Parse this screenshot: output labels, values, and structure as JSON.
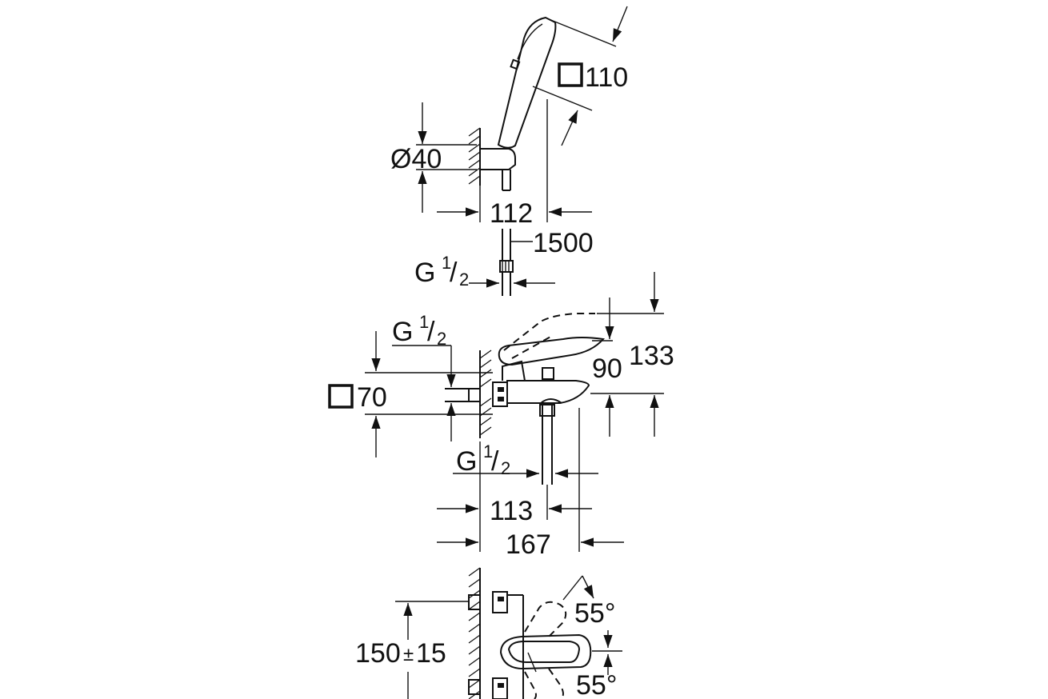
{
  "handshower": {
    "square_size": "110",
    "diameter": "Ø40",
    "projection": "112",
    "hose_length": "1500",
    "thread_g": "G",
    "thread_num": "1",
    "thread_slash": "/",
    "thread_den": "2"
  },
  "mixer": {
    "thread_g": "G",
    "thread_num": "1",
    "thread_slash": "/",
    "thread_den": "2",
    "square_size": "70",
    "height_a": "90",
    "height_b": "133",
    "outlet_thread_g": "G",
    "outlet_thread_num": "1",
    "outlet_thread_slash": "/",
    "outlet_thread_den": "2",
    "projection_a": "113",
    "projection_b": "167"
  },
  "side": {
    "centres_value": "150",
    "centres_pm": "±",
    "centres_tol": "15",
    "angle_up": "55°",
    "angle_down": "55°"
  }
}
